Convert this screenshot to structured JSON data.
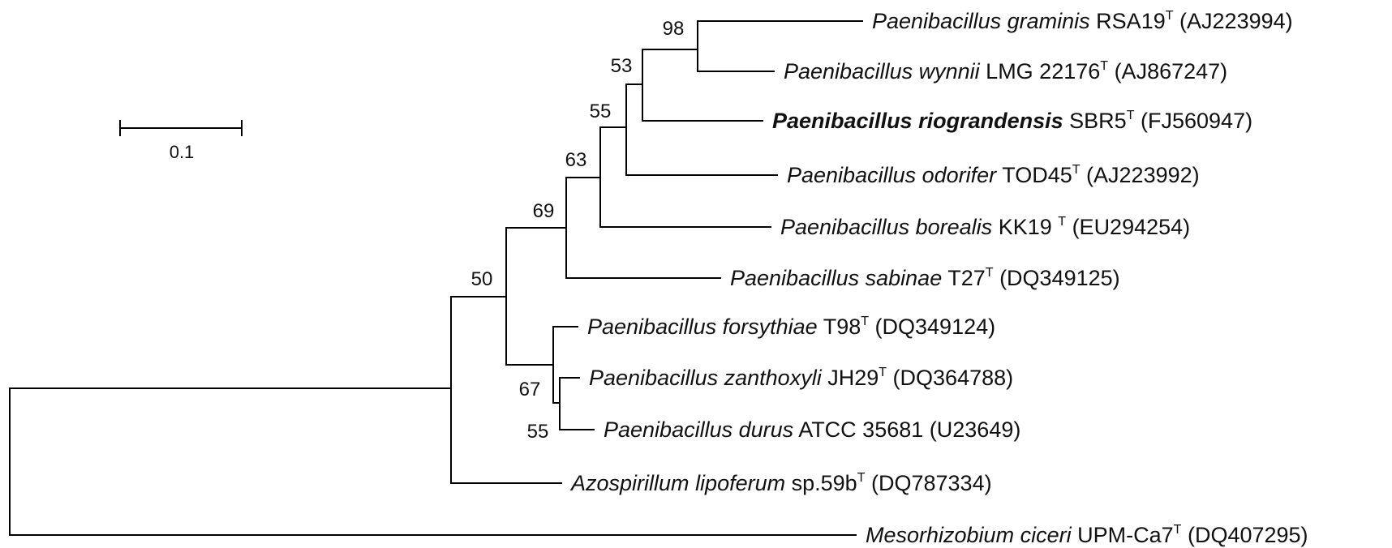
{
  "scale_bar": {
    "label": "0.1"
  },
  "leaves": [
    {
      "id": "graminis",
      "genus": "Paenibacillus",
      "species": "graminis",
      "strain": "RSA19",
      "type_strain": "T",
      "accession": "(AJ223994)",
      "bold": false
    },
    {
      "id": "wynnii",
      "genus": "Paenibacillus",
      "species": "wynnii",
      "strain": "LMG 22176",
      "type_strain": "T",
      "accession": "(AJ867247)",
      "bold": false
    },
    {
      "id": "riograndensis",
      "genus": "Paenibacillus",
      "species": "riograndensis",
      "strain": "SBR5",
      "type_strain": "T",
      "accession": "(FJ560947)",
      "bold": true
    },
    {
      "id": "odorifer",
      "genus": "Paenibacillus",
      "species": "odorifer",
      "strain": "TOD45",
      "type_strain": "T",
      "accession": "(AJ223992)",
      "bold": false
    },
    {
      "id": "borealis",
      "genus": "Paenibacillus",
      "species": "borealis",
      "strain": "KK19 ",
      "type_strain": "T",
      "accession": "(EU294254)",
      "bold": false
    },
    {
      "id": "sabinae",
      "genus": "Paenibacillus",
      "species": "sabinae",
      "strain": "T27",
      "type_strain": "T",
      "accession": "(DQ349125)",
      "bold": false
    },
    {
      "id": "forsythiae",
      "genus": "Paenibacillus",
      "species": "forsythiae",
      "strain": "T98",
      "type_strain": "T",
      "accession": "(DQ349124)",
      "bold": false
    },
    {
      "id": "zanthoxyli",
      "genus": "Paenibacillus",
      "species": "zanthoxyli",
      "strain": "JH29",
      "type_strain": "T",
      "accession": "(DQ364788)",
      "bold": false
    },
    {
      "id": "durus",
      "genus": "Paenibacillus",
      "species": "durus",
      "strain": "ATCC 35681",
      "type_strain": "",
      "accession": "(U23649)",
      "bold": false
    },
    {
      "id": "lipoferum",
      "genus": "Azospirillum",
      "species": "lipoferum",
      "strain": "sp.59b",
      "type_strain": "T",
      "accession": "(DQ787334)",
      "bold": false
    },
    {
      "id": "ciceri",
      "genus": "Mesorhizobium",
      "species": "ciceri",
      "strain": "UPM-Ca7",
      "type_strain": "T",
      "accession": "(DQ407295)",
      "bold": false
    }
  ],
  "bootstrap": {
    "n98": "98",
    "n53": "53",
    "n55a": "55",
    "n63": "63",
    "n69": "69",
    "n50": "50",
    "n67": "67",
    "n55b": "55"
  }
}
